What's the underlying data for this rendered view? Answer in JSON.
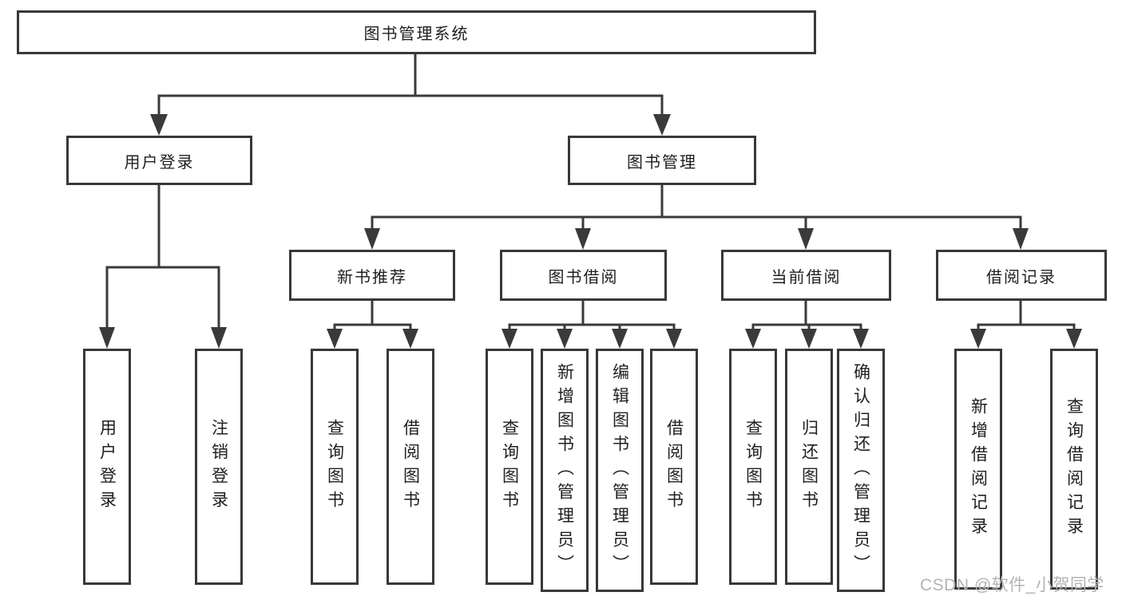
{
  "tree": {
    "label": "图书管理系统",
    "children": [
      {
        "label": "用户登录",
        "children": [
          {
            "label": "用户登录"
          },
          {
            "label": "注销登录"
          }
        ]
      },
      {
        "label": "图书管理",
        "children": [
          {
            "label": "新书推荐",
            "children": [
              {
                "label": "查询图书"
              },
              {
                "label": "借阅图书"
              }
            ]
          },
          {
            "label": "图书借阅",
            "children": [
              {
                "label": "查询图书"
              },
              {
                "label": "新增图书（管理员）"
              },
              {
                "label": "编辑图书（管理员）"
              },
              {
                "label": "借阅图书"
              }
            ]
          },
          {
            "label": "当前借阅",
            "children": [
              {
                "label": "查询图书"
              },
              {
                "label": "归还图书"
              },
              {
                "label": "确认归还（管理员）"
              }
            ]
          },
          {
            "label": "借阅记录",
            "children": [
              {
                "label": "新增借阅记录"
              },
              {
                "label": "查询借阅记录"
              }
            ]
          }
        ]
      }
    ]
  },
  "watermark": {
    "text": "CSDN @软件_小贺同学"
  },
  "colors": {
    "line": "#3a3a3a",
    "box_border": "#383838",
    "text": "#1f1f1f",
    "background": "#ffffff",
    "watermark": "#b3b3b3"
  }
}
